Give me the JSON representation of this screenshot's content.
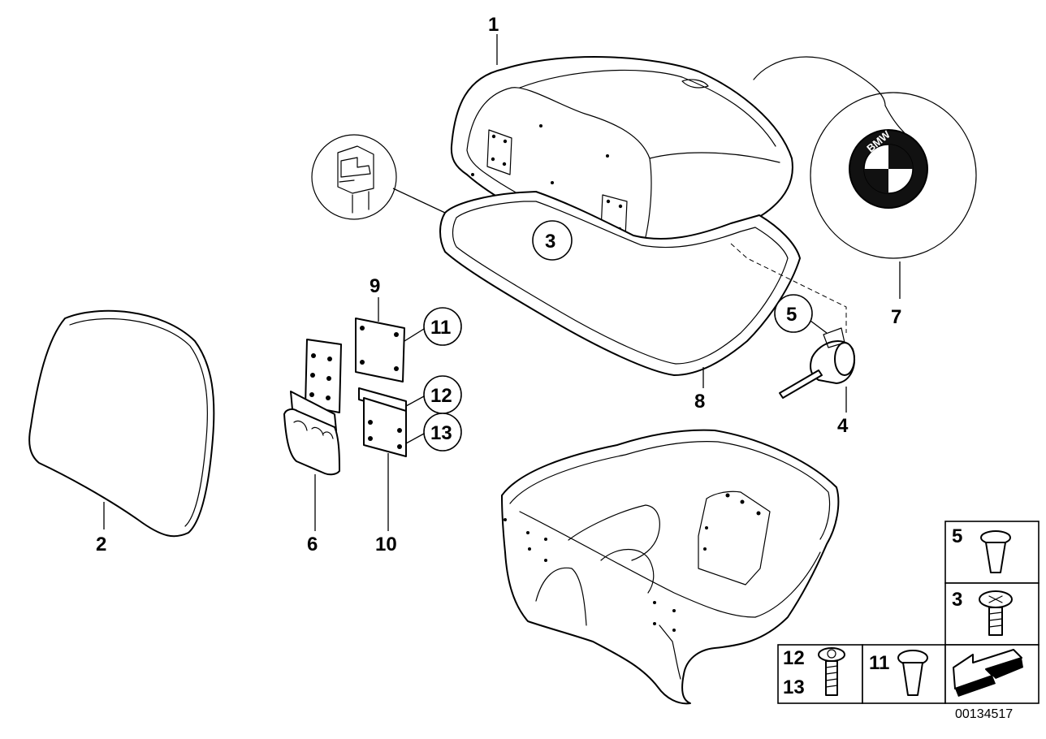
{
  "callouts": {
    "c1": "1",
    "c2": "2",
    "c3": "3",
    "c4": "4",
    "c5": "5",
    "c6": "6",
    "c7": "7",
    "c8": "8",
    "c9": "9",
    "c10": "10",
    "c11": "11",
    "c12": "12",
    "c13": "13"
  },
  "legend": {
    "item5": "5",
    "item3": "3",
    "item12": "12",
    "item13": "13",
    "item11": "11"
  },
  "logo": {
    "text": "BMW"
  },
  "reference_number": "00134517"
}
